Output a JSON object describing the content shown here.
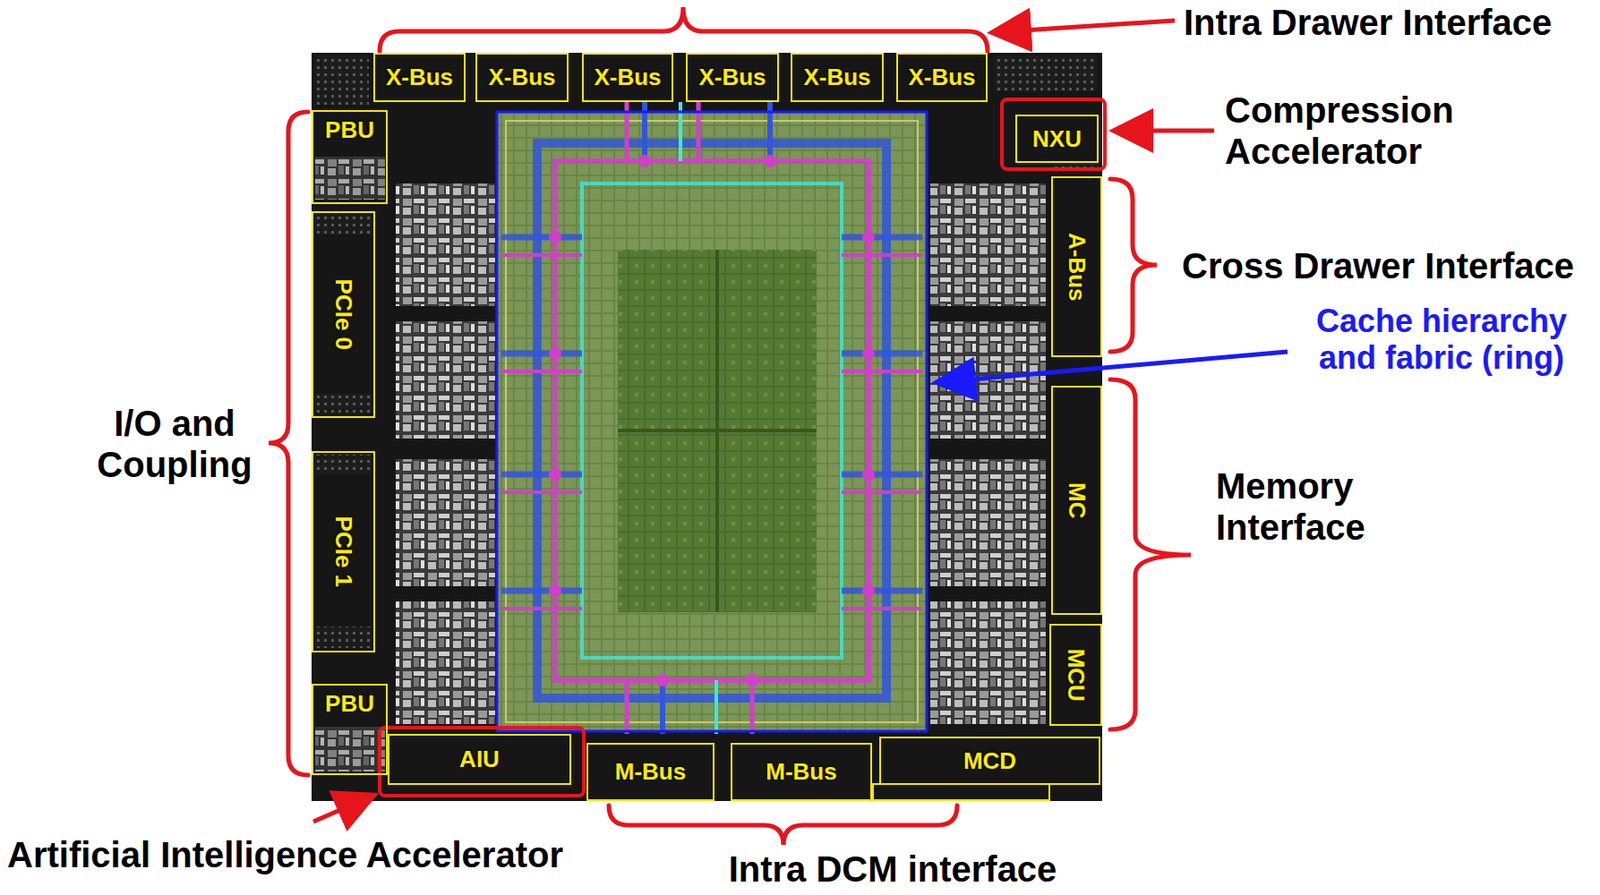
{
  "diagram": {
    "nodes": [
      {
        "text": [
          "X-Bus"
        ]
      },
      {
        "text": [
          "X-Bus"
        ]
      },
      {
        "text": [
          "X-Bus"
        ]
      },
      {
        "text": [
          "X-Bus"
        ]
      },
      {
        "text": [
          "X-Bus"
        ]
      },
      {
        "text": [
          "X-Bus"
        ]
      },
      {
        "text": [
          "NXU"
        ]
      },
      {
        "text": [
          "PBU"
        ]
      },
      {
        "text": [
          "PCIe 0"
        ]
      },
      {
        "text": [
          "A-Bus"
        ]
      },
      {
        "text": [
          "MC"
        ]
      },
      {
        "text": [
          "PCIe 1"
        ]
      },
      {
        "text": [
          "MCU"
        ]
      },
      {
        "text": [
          "PBU"
        ]
      },
      {
        "text": [
          "AIU"
        ]
      },
      {
        "text": [
          "M-Bus"
        ]
      },
      {
        "text": [
          "M-Bus"
        ]
      },
      {
        "text": [
          "MCD"
        ]
      }
    ],
    "labels": [
      "Intra Drawer Interface",
      "Compression Accelerator",
      "Cross Drawer Interface",
      "Cache hierarchy and fabric (ring)",
      "I/O and Coupling",
      "Memory Interface",
      "Artificial Intelligence Accelerator",
      "Intra DCM interface"
    ]
  }
}
